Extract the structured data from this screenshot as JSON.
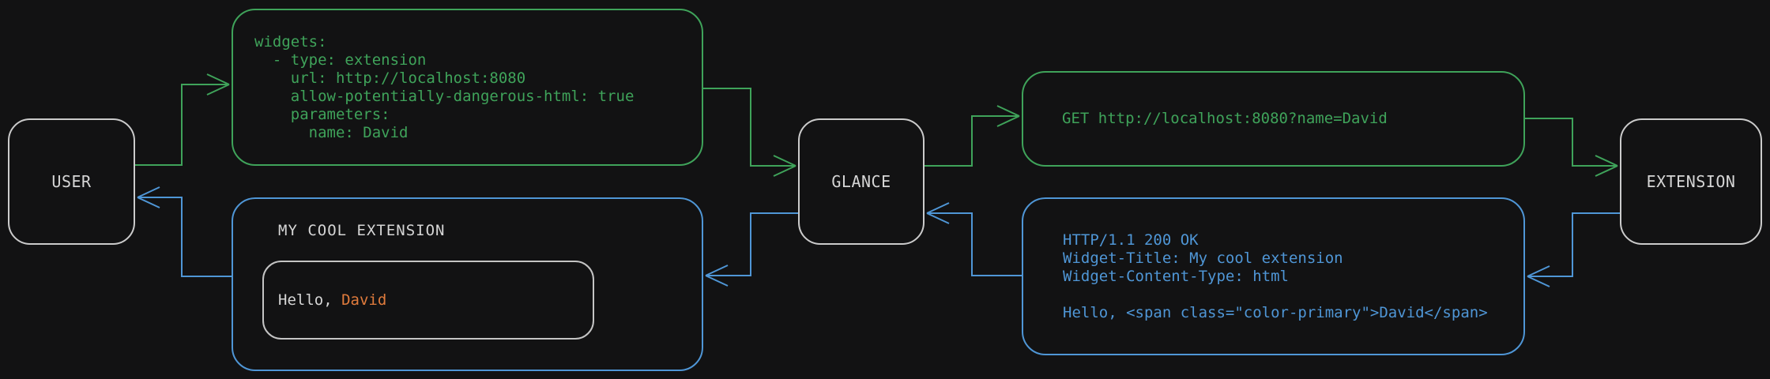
{
  "colors": {
    "background": "#121213",
    "green": "#3fa35a",
    "blue": "#4f96d6",
    "orange": "#e07b3c",
    "node-border": "#cbcbcb",
    "light-text": "#d6d6d6"
  },
  "nodes": {
    "user": {
      "label": "USER"
    },
    "glance": {
      "label": "GLANCE"
    },
    "extension": {
      "label": "EXTENSION"
    }
  },
  "config_box": {
    "code": "widgets:\n  - type: extension\n    url: http://localhost:8080\n    allow-potentially-dangerous-html: true\n    parameters:\n      name: David"
  },
  "request_box": {
    "code": "GET http://localhost:8080?name=David"
  },
  "response_box": {
    "code": "HTTP/1.1 200 OK\nWidget-Title: My cool extension\nWidget-Content-Type: html\n\nHello, <span class=\"color-primary\">David</span>"
  },
  "widget_preview": {
    "title": "MY COOL EXTENSION",
    "greeting_prefix": "Hello, ",
    "greeting_name": "David"
  }
}
